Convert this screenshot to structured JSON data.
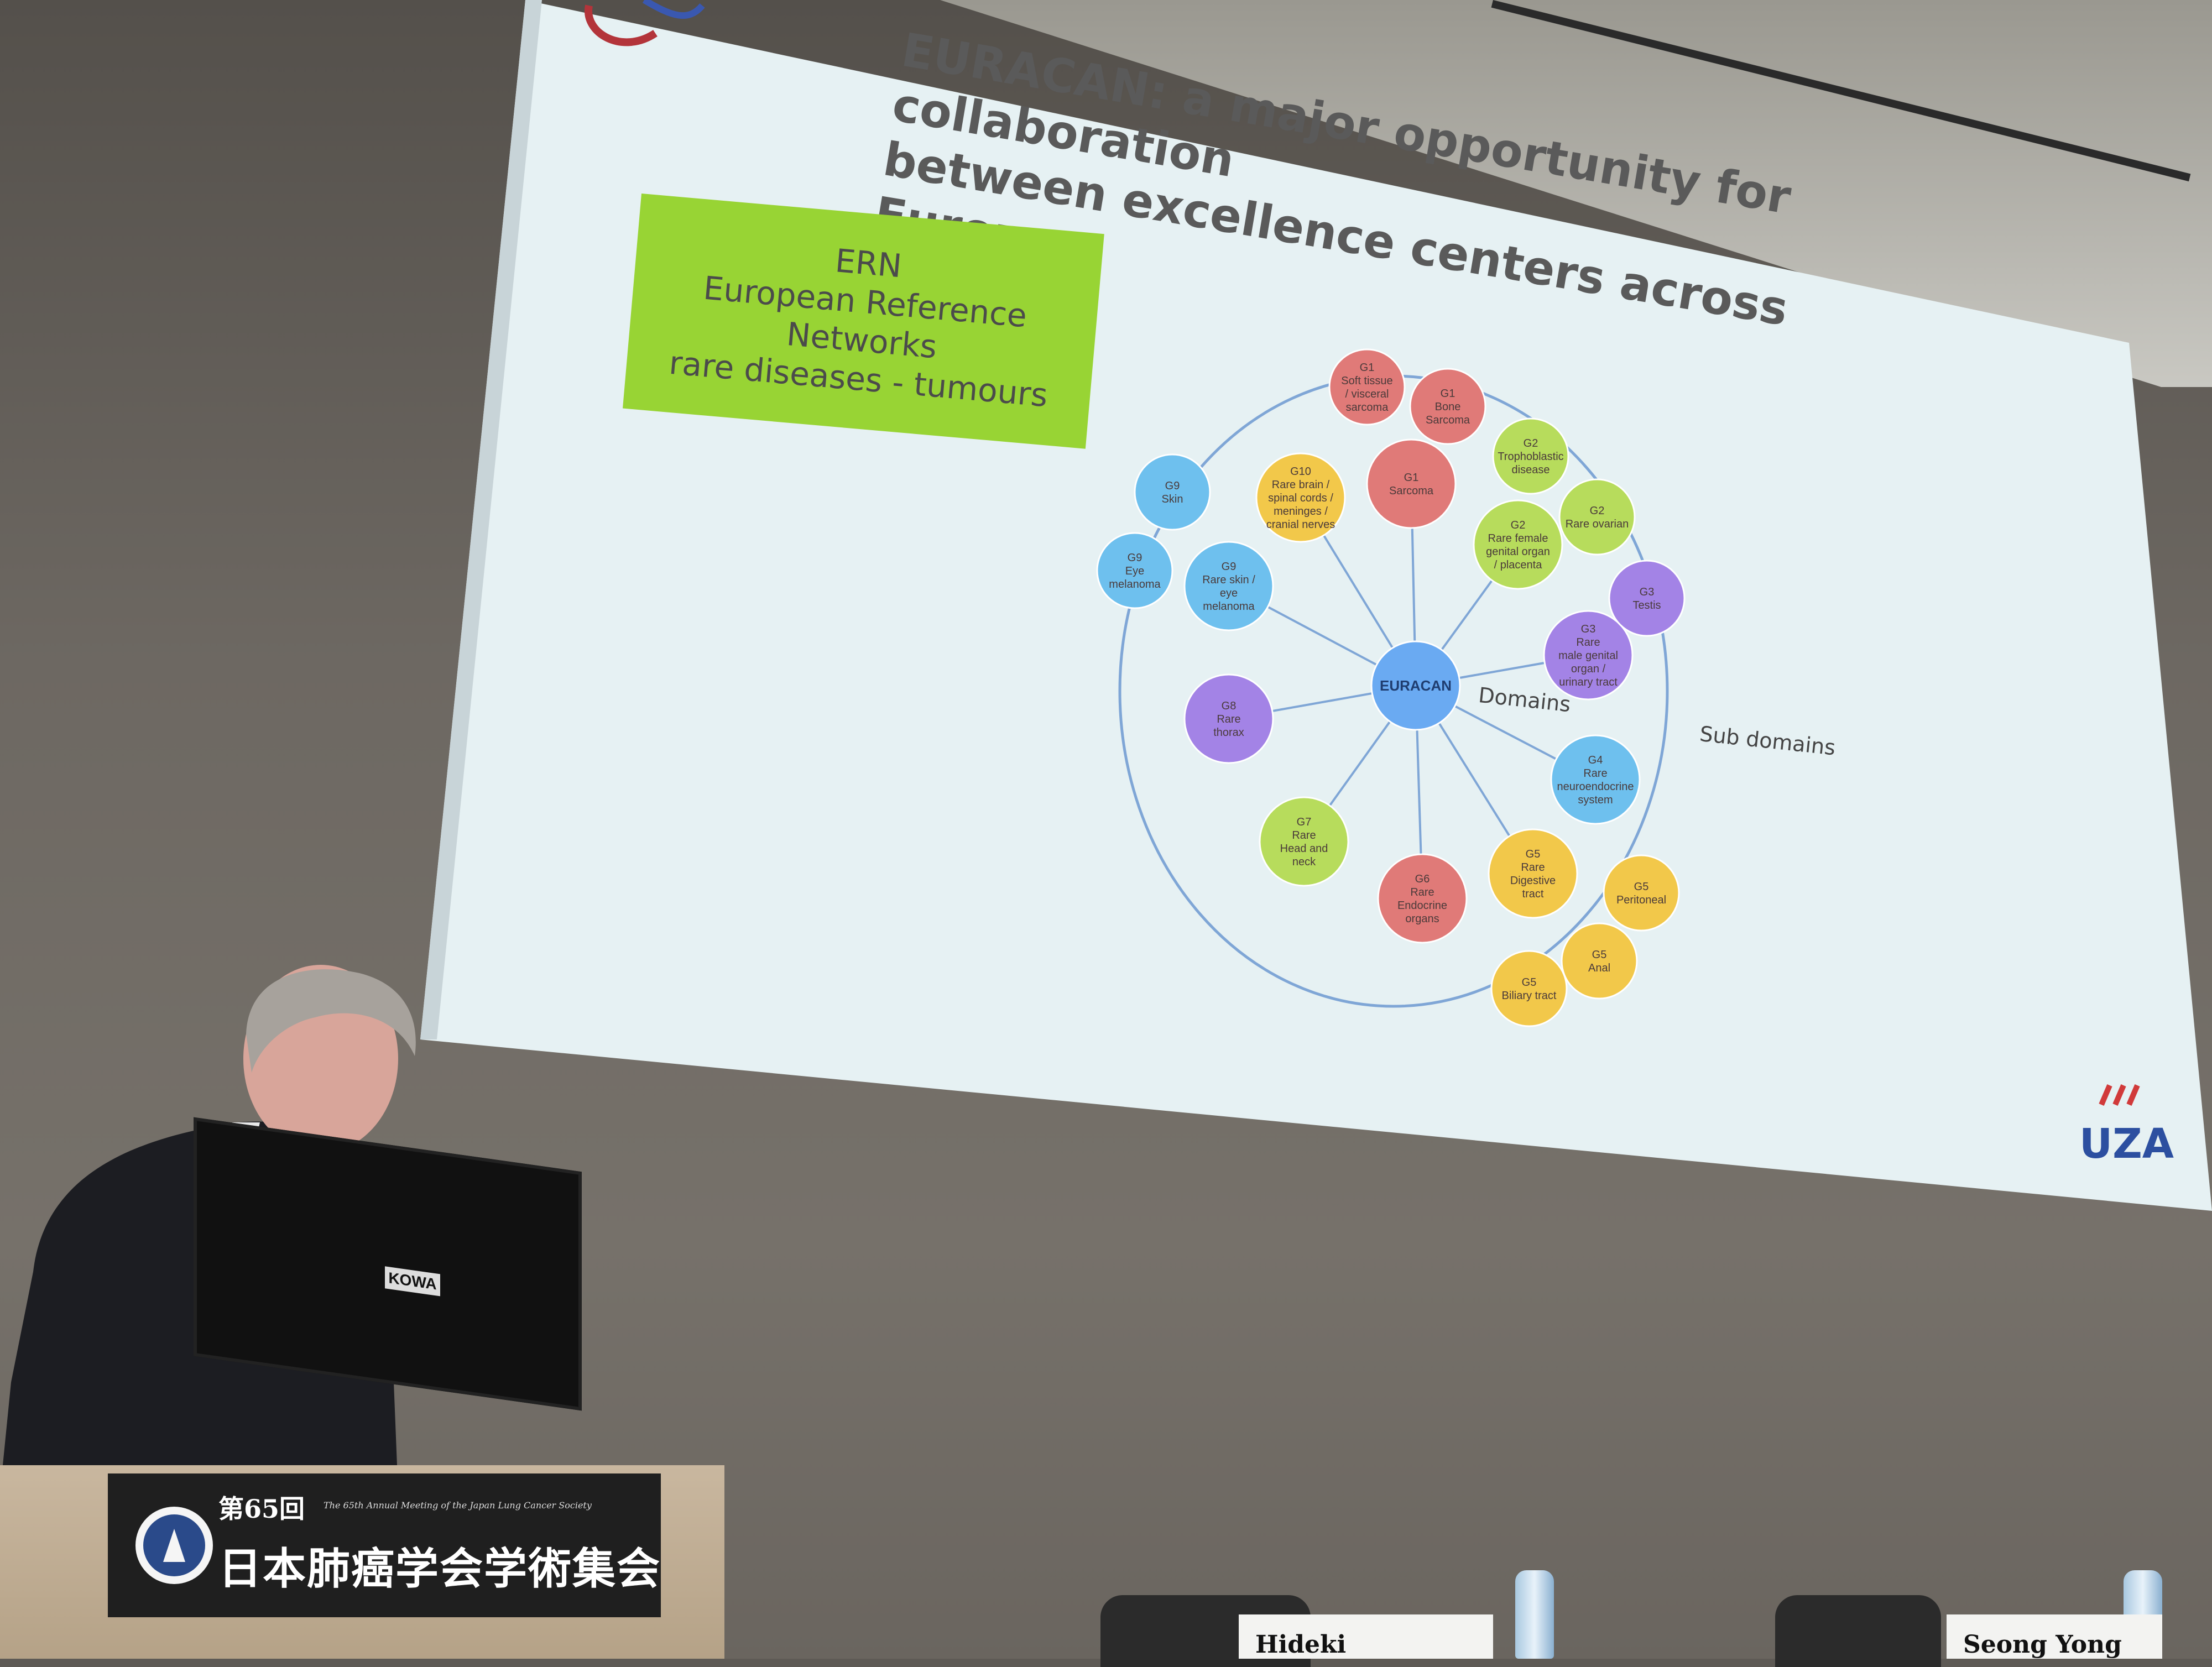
{
  "slide": {
    "title_line1": "EURACAN: a major opportunity for collaboration",
    "title_line2": "between excellence centers across Europe",
    "ern_box": [
      "ERN",
      "European Reference",
      "Networks",
      "rare diseases - tumours"
    ],
    "center_label": "EURACAN",
    "domains_label": "Domains",
    "subdomains_label": "Sub domains",
    "domains": [
      {
        "lines": [
          "G1",
          "Sarcoma"
        ],
        "color": "#e07a78"
      },
      {
        "lines": [
          "G2",
          "Rare female",
          "genital organ",
          "/ placenta"
        ],
        "color": "#b7dc5c"
      },
      {
        "lines": [
          "G3",
          "Rare",
          "male genital",
          "organ /",
          "urinary tract"
        ],
        "color": "#a383e6"
      },
      {
        "lines": [
          "G4",
          "Rare",
          "neuroendocrine",
          "system"
        ],
        "color": "#6ec0ee"
      },
      {
        "lines": [
          "G5",
          "Rare",
          "Digestive",
          "tract"
        ],
        "color": "#f2c84a"
      },
      {
        "lines": [
          "G6",
          "Rare",
          "Endocrine",
          "organs"
        ],
        "color": "#e07a78"
      },
      {
        "lines": [
          "G7",
          "Rare",
          "Head and",
          "neck"
        ],
        "color": "#b7dc5c"
      },
      {
        "lines": [
          "G8",
          "Rare",
          "thorax"
        ],
        "color": "#a383e6"
      },
      {
        "lines": [
          "G9",
          "Rare skin /",
          "eye",
          "melanoma"
        ],
        "color": "#6ec0ee"
      },
      {
        "lines": [
          "G10",
          "Rare brain /",
          "spinal cords /",
          "meninges /",
          "cranial nerves"
        ],
        "color": "#f2c84a"
      }
    ],
    "subdomains": [
      {
        "lines": [
          "G1",
          "Soft tissue",
          "/ visceral",
          "sarcoma"
        ],
        "color": "#e07a78"
      },
      {
        "lines": [
          "G1",
          "Bone",
          "Sarcoma"
        ],
        "color": "#e07a78"
      },
      {
        "lines": [
          "G2",
          "Trophoblastic",
          "disease"
        ],
        "color": "#b7dc5c"
      },
      {
        "lines": [
          "G2",
          "Rare ovarian"
        ],
        "color": "#b7dc5c"
      },
      {
        "lines": [
          "G3",
          "Testis"
        ],
        "color": "#a383e6"
      },
      {
        "lines": [
          "G5",
          "Peritoneal"
        ],
        "color": "#f2c84a"
      },
      {
        "lines": [
          "G5",
          "Anal"
        ],
        "color": "#f2c84a"
      },
      {
        "lines": [
          "G5",
          "Biliary tract"
        ],
        "color": "#f2c84a"
      },
      {
        "lines": [
          "G9",
          "Eye",
          "melanoma"
        ],
        "color": "#6ec0ee"
      },
      {
        "lines": [
          "G9",
          "Skin"
        ],
        "color": "#6ec0ee"
      }
    ],
    "uza_logo": "UZA",
    "slide_bg": "#e6f1f3",
    "center_color": "#6aaaf2",
    "line_color": "#7fa6d6"
  },
  "podium": {
    "sign_sub": "第65回",
    "sign_main": "日本肺癌学会学術集会",
    "sign_en": "The 65th Annual Meeting of the Japan Lung Cancer Society",
    "monitor_brand": "KOWA"
  },
  "table_cards": {
    "card1": "Hideki",
    "card2": "Seong Yong Park"
  }
}
